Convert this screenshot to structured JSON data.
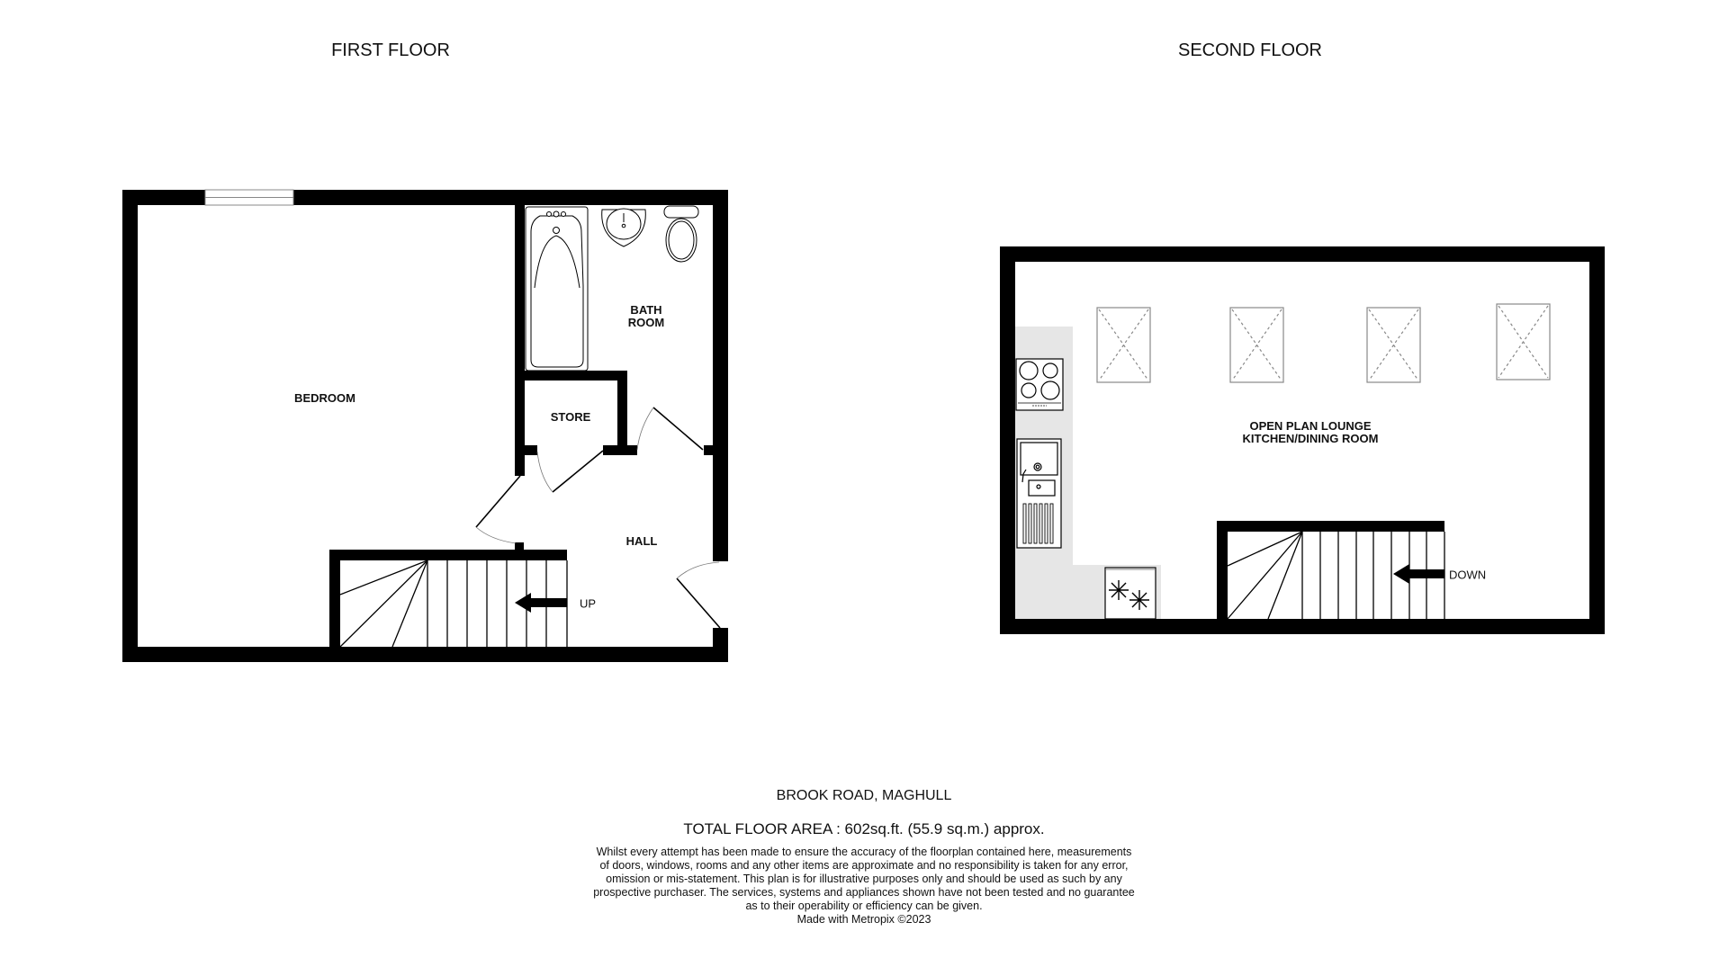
{
  "floors": {
    "first": {
      "title": "FIRST FLOOR",
      "rooms": {
        "bedroom": "BEDROOM",
        "bathroom_line1": "BATH",
        "bathroom_line2": "ROOM",
        "store": "STORE",
        "hall": "HALL"
      },
      "stairs_label": "UP"
    },
    "second": {
      "title": "SECOND FLOOR",
      "rooms": {
        "open_plan_line1": "OPEN PLAN LOUNGE",
        "open_plan_line2": "KITCHEN/DINING ROOM"
      },
      "stairs_label": "DOWN",
      "skylight_count": 4
    }
  },
  "footer": {
    "address": "BROOK ROAD, MAGHULL",
    "total_area": "TOTAL FLOOR AREA : 602sq.ft. (55.9 sq.m.) approx.",
    "disclaimer_lines": [
      "Whilst every attempt has been made to ensure the accuracy of the floorplan contained here, measurements",
      "of doors, windows, rooms and any other items are approximate and no responsibility is taken for any error,",
      "omission or mis-statement. This plan is for illustrative purposes only and should be used as such by any",
      "prospective purchaser. The services, systems and appliances shown have not been tested and no guarantee",
      "as to their operability or efficiency can be given."
    ],
    "credit": "Made with Metropix ©2023"
  },
  "colors": {
    "wall": "#000000",
    "kitchen_counter": "#e6e6e6",
    "skylight_stroke": "#888888",
    "background": "#ffffff"
  }
}
